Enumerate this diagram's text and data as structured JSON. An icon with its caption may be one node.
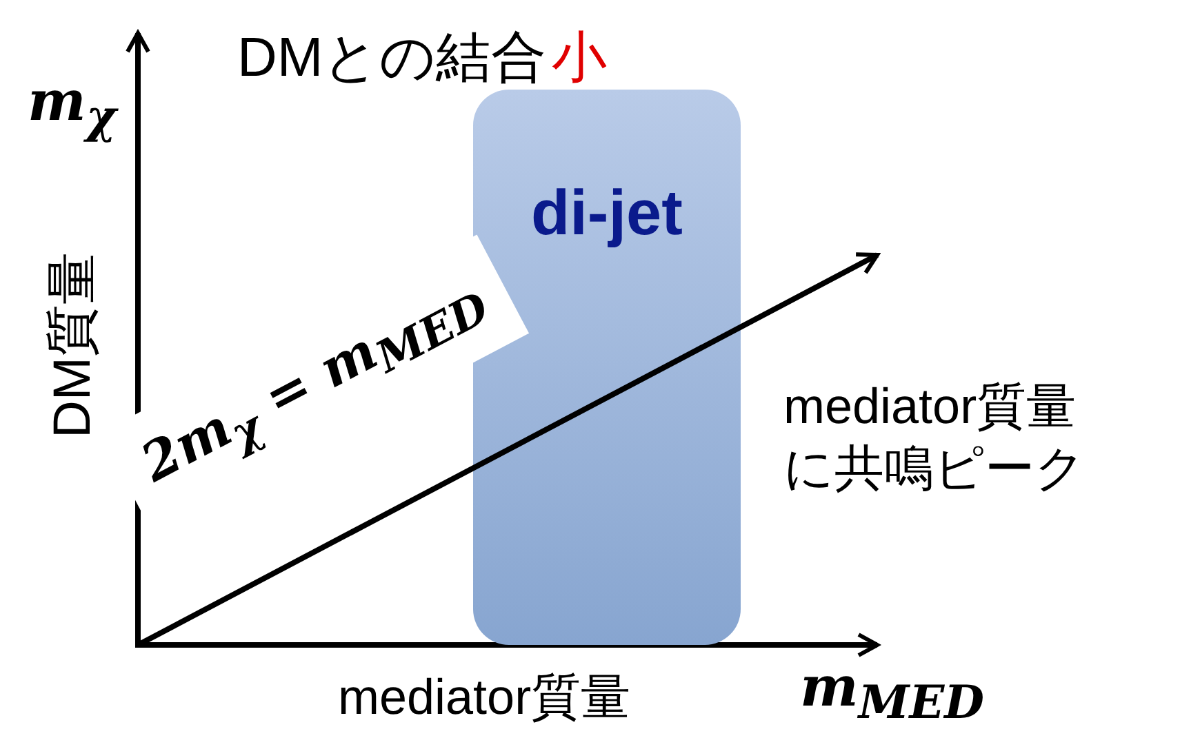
{
  "diagram": {
    "nodes": [
      {
        "text": [
          "di-jet"
        ]
      }
    ],
    "labels": [
      "DMとの結合",
      "小",
      "m$_{χ}$",
      "DM質量",
      "2m$_{χ}$ = m$_{MED}$",
      "mediator質量に共鳴ピーク",
      "mediator質量",
      "m$_{MED}$"
    ]
  }
}
